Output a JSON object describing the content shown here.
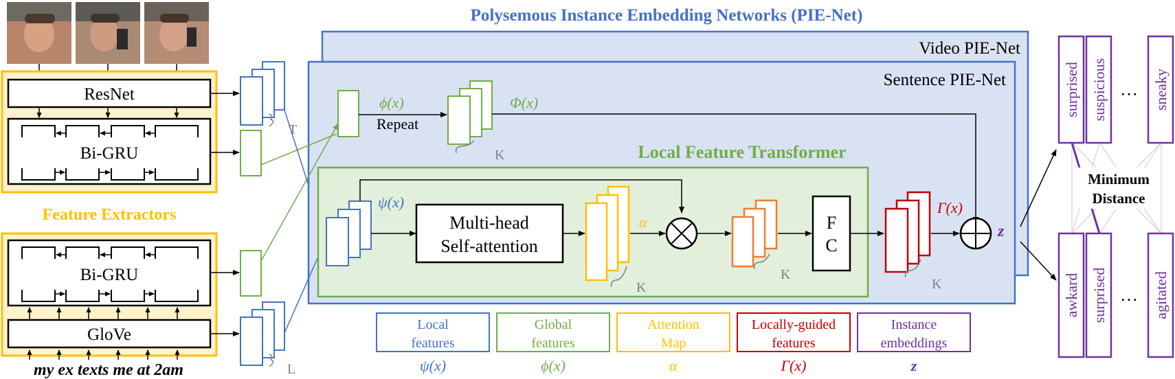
{
  "title": "Polysemous Instance Embedding Networks (PIE-Net)",
  "video_pienet": "Video PIE-Net",
  "sentence_pienet": "Sentence PIE-Net",
  "local_feature_transformer": "Local Feature Transformer",
  "feature_extractors": "Feature Extractors",
  "resnet": "ResNet",
  "bigru_video": "Bi-GRU",
  "bigru_text": "Bi-GRU",
  "glove": "GloVe",
  "sentence_text": "my ex texts me at 2am",
  "labels": {
    "T": "T",
    "L": "L",
    "K1": "K",
    "K2": "K",
    "K3": "K",
    "K4": "K",
    "phi": "ϕ(x)",
    "Phi": "Φ(x)",
    "repeat": "Repeat",
    "psi": "ψ(x)",
    "alpha": "α",
    "Gamma": "Γ(x)",
    "z": "z"
  },
  "mhsa": {
    "line1": "Multi-head",
    "line2": "Self-attention"
  },
  "fc": {
    "line1": "F",
    "line2": "C"
  },
  "min_distance": {
    "line1": "Minimum",
    "line2": "Distance"
  },
  "embeddings_top": [
    "surprised",
    "suspicious",
    "…",
    "sneaky"
  ],
  "embeddings_bottom": [
    "awkard",
    "surprised",
    "…",
    "agitated"
  ],
  "legend": [
    {
      "line1": "Local",
      "line2": "features",
      "symbol": "ψ(x)",
      "color": "#4472C4"
    },
    {
      "line1": "Global",
      "line2": "features",
      "symbol": "ϕ(x)",
      "color": "#70AD47"
    },
    {
      "line1": "Attention",
      "line2": "Map",
      "symbol": "α",
      "color": "#FFC000"
    },
    {
      "line1": "Locally-guided",
      "line2": "features",
      "symbol": "Γ(x)",
      "color": "#C00000"
    },
    {
      "line1": "Instance",
      "line2": "embeddings",
      "symbol": "z",
      "color": "#7030A0"
    }
  ],
  "colors": {
    "blue": "#4472C4",
    "green": "#70AD47",
    "yellow": "#FFC000",
    "orange": "#ED7D31",
    "red": "#C00000",
    "purple": "#7030A0",
    "gray": "#808080"
  }
}
